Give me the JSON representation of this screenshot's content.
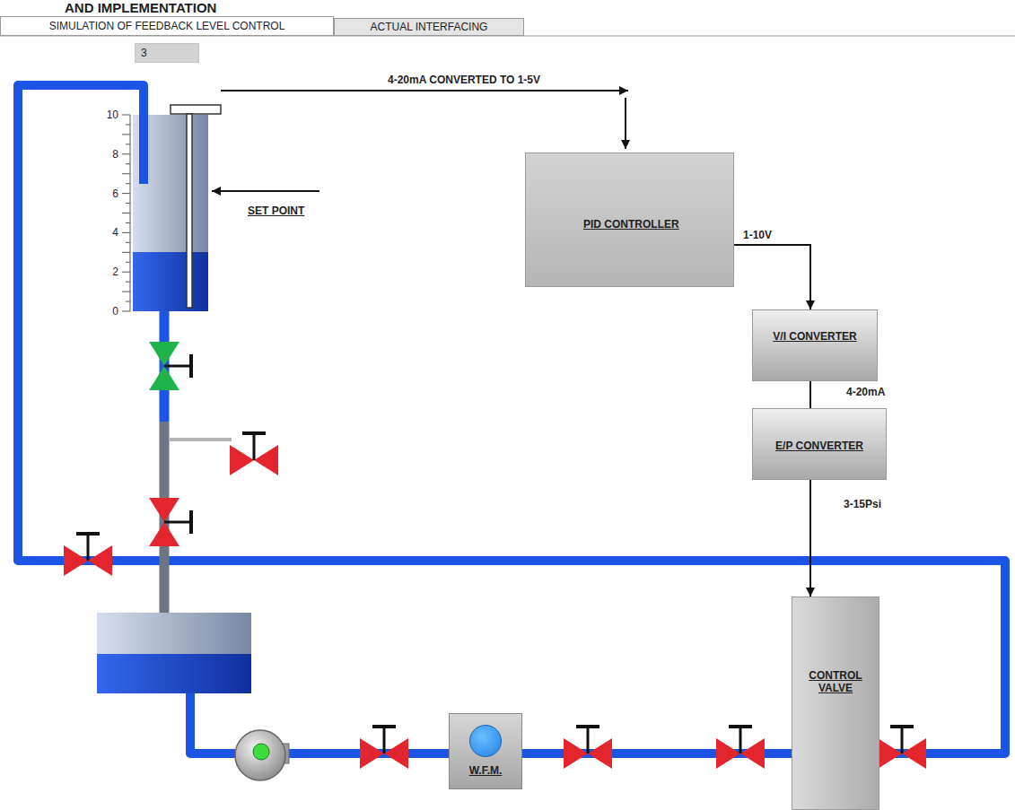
{
  "diagram": {
    "nodes": [
      {
        "text": [
          "SIMULATION OF FEEDBACK LEVEL CONTROL"
        ]
      },
      {
        "text": [
          "ACTUAL INTERFACING"
        ]
      },
      {
        "text": [
          "3"
        ]
      },
      {
        "text": [
          "PID CONTROLLER"
        ]
      },
      {
        "text": [
          "V/I CONVERTER"
        ]
      },
      {
        "text": [
          "E/P CONVERTER"
        ]
      },
      {
        "text": [
          "CONTROL VALVE"
        ]
      },
      {
        "text": [
          "W.F.M."
        ]
      }
    ],
    "edges": [
      {
        "from": 3,
        "to": 4,
        "arrow": "to",
        "label": "1-10V"
      },
      {
        "from": 4,
        "to": 5,
        "arrow": "none",
        "label": "4-20mA"
      },
      {
        "from": 5,
        "to": 6,
        "arrow": "to",
        "label": "3-15Psi"
      }
    ],
    "labels": [
      "AND IMPLEMENTATION",
      "4-20mA CONVERTED TO 1-5V",
      "SET POINT",
      "10",
      "8",
      "6",
      "4",
      "2",
      "0"
    ]
  }
}
